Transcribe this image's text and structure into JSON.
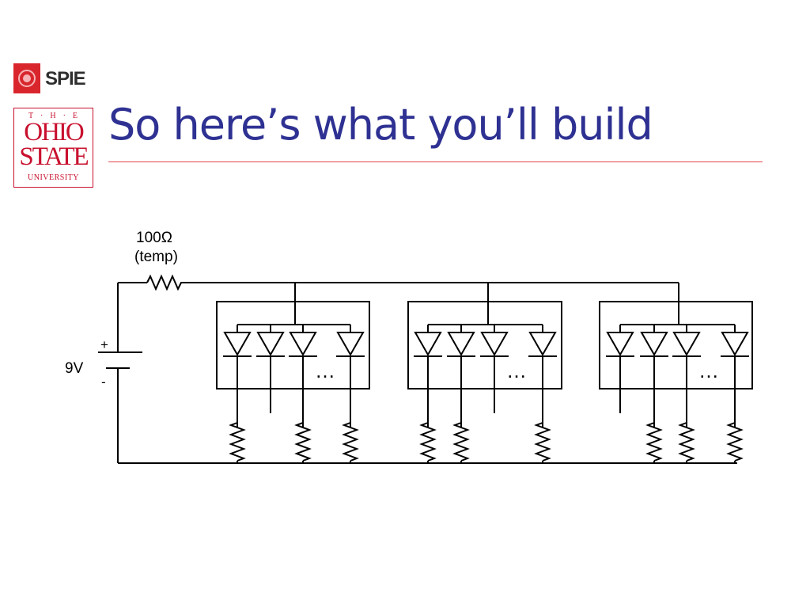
{
  "header": {
    "spie_logo_text": "SPIE",
    "osu_logo": {
      "the": "T·H·E",
      "ohio": "OHIO",
      "state": "STATE",
      "university": "UNIVERSITY"
    }
  },
  "slide": {
    "title": "So here’s what you’ll build"
  },
  "circuit": {
    "resistor_value": "100Ω",
    "resistor_note": "(temp)",
    "battery_voltage": "9V",
    "battery_plus": "+",
    "battery_minus": "-",
    "ellipsis": "…"
  },
  "colors": {
    "title": "#2e3192",
    "rule": "#e4464a",
    "spie_red": "#d9262c",
    "osu_red": "#c8102e"
  }
}
